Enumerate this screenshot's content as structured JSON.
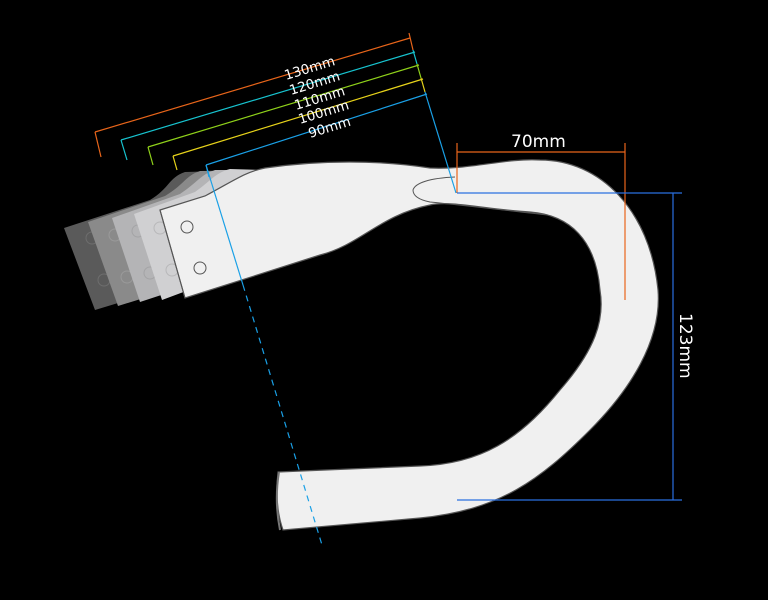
{
  "diagram": {
    "subject": "Road bike drop handlebar with stem reach options",
    "background": "#000000",
    "bar_fill": "#f0f0f0",
    "stem_reach": {
      "labels": [
        {
          "text": "130mm",
          "color": "#e8651a"
        },
        {
          "text": "120mm",
          "color": "#17c3cf"
        },
        {
          "text": "110mm",
          "color": "#8fd11a"
        },
        {
          "text": "100mm",
          "color": "#e6d21a"
        },
        {
          "text": "90mm",
          "color": "#1aa0e6"
        }
      ],
      "stem_shades": [
        "#5a5a5a",
        "#8a8a8a",
        "#b4b4b6",
        "#d0d0d2",
        "#f0f0f0"
      ]
    },
    "reach": {
      "label": "70mm",
      "color": "#e8651a"
    },
    "drop": {
      "label": "123mm",
      "color": "#2a6fe0"
    }
  }
}
